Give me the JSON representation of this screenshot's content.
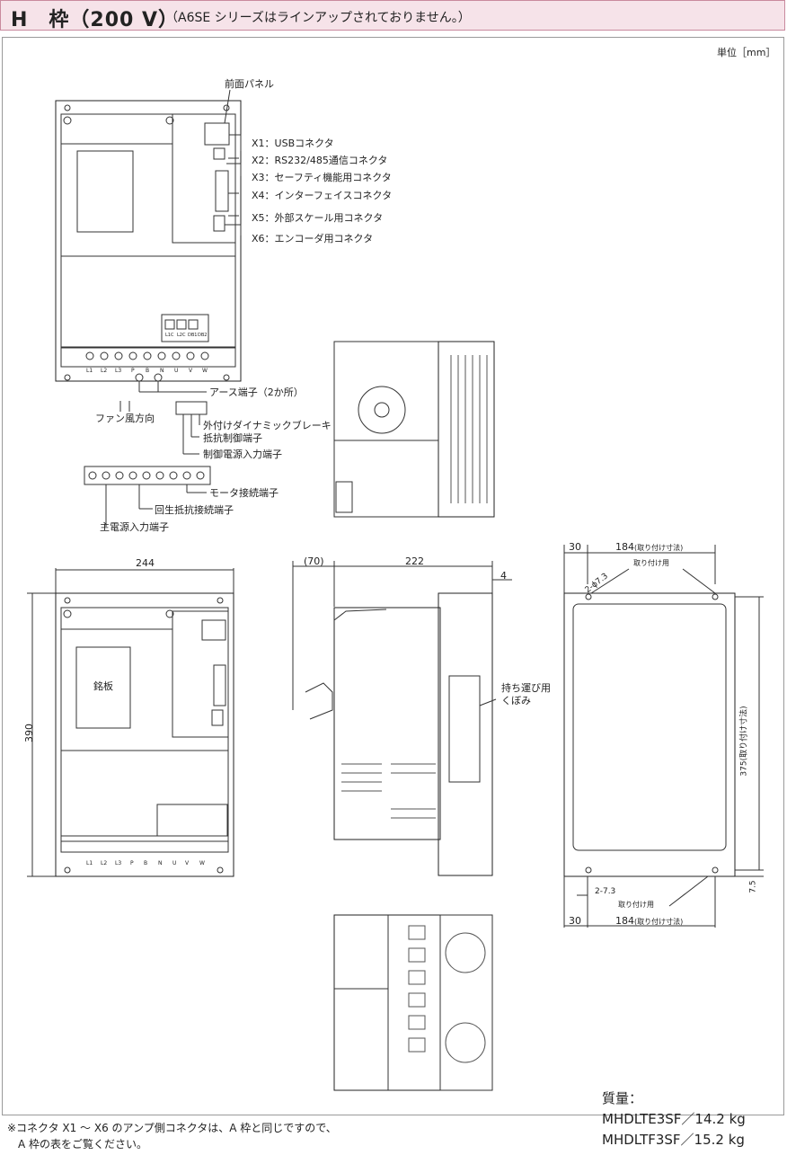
{
  "header": {
    "title": "H　枠（200 V）",
    "subtitle": "（A6SE シリーズはラインアップされておりません。）"
  },
  "unit": "単位［mm］",
  "top_view": {
    "front_panel": "前面パネル",
    "connectors": [
      "X1：USBコネクタ",
      "X2：RS232/485通信コネクタ",
      "X3：セーフティ機能用コネクタ",
      "X4：インターフェイスコネクタ",
      "X5：外部スケール用コネクタ",
      "X6：エンコーダ用コネクタ"
    ],
    "terminal_labels": [
      "L1",
      "L2",
      "L3",
      "P",
      "B",
      "N",
      "U",
      "V",
      "W"
    ],
    "control_labels": [
      "L1C",
      "L2C",
      "DB1",
      "DB2"
    ],
    "earth": "アース端子（2か所）",
    "fan": "ファン風方向",
    "db": "外付けダイナミックブレーキ",
    "db2": "抵抗制御端子",
    "control_power": "制御電源入力端子",
    "motor": "モータ接続端子",
    "regen": "回生抵抗接続端子",
    "main_power": "主電源入力端子"
  },
  "front_view": {
    "width": "244",
    "height": "390",
    "nameplate": "銘板",
    "terminal_labels": [
      "L1",
      "L2",
      "L3",
      "P",
      "B",
      "N",
      "U",
      "V",
      "W"
    ]
  },
  "side_view": {
    "d70": "(70)",
    "d222": "222",
    "d4": "4",
    "handle": "持ち運び用",
    "handle2": "くぼみ"
  },
  "mount_view": {
    "d30": "30",
    "d184": "184",
    "d184_note": "(取り付け寸法)",
    "hole_top": "2-ϕ7.3",
    "mount": "取り付け用",
    "d375": "375(取り付け寸法)",
    "d7_5": "7.5",
    "slot": "2-7.3",
    "d30b": "30",
    "d184b": "184",
    "d184b_note": "(取り付け寸法)",
    "mount_b": "取り付け用"
  },
  "mass": {
    "title": "質量：",
    "items": [
      "MHDLTE3SF／14.2 kg",
      "MHDLTF3SF／15.2 kg"
    ]
  },
  "note": {
    "line1": "※コネクタ X1 ～ X6 のアンプ側コネクタは、A 枠と同じですので、",
    "line2": "　A 枠の表をご覧ください。"
  }
}
